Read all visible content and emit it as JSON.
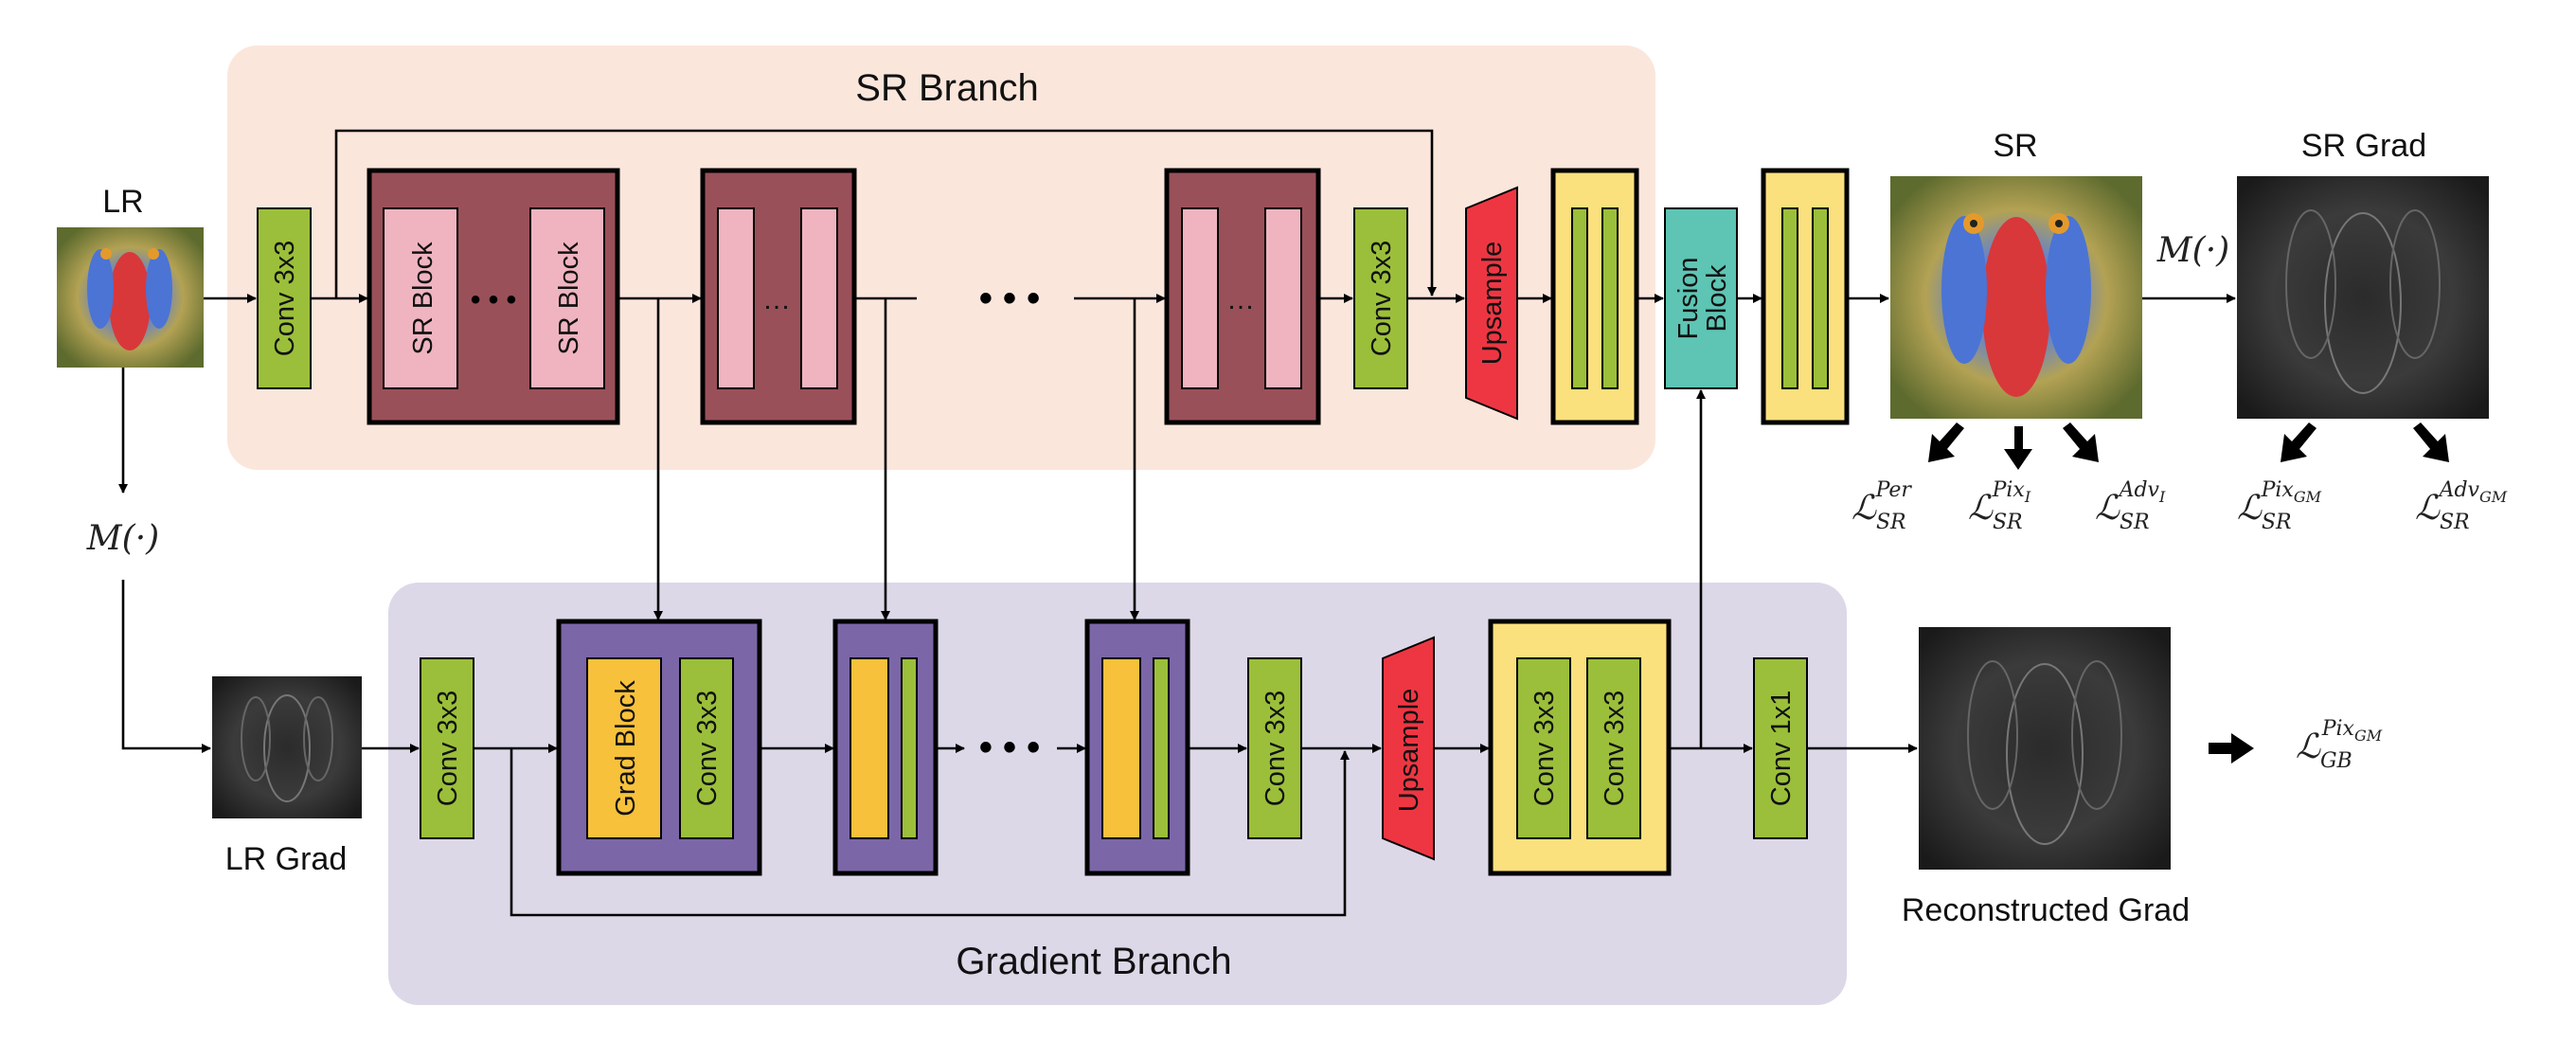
{
  "branches": {
    "sr": "SR Branch",
    "gradient": "Gradient Branch"
  },
  "images": {
    "lr": "LR",
    "lr_grad": "LR Grad",
    "sr": "SR",
    "sr_grad": "SR Grad",
    "reconstructed": "Reconstructed  Grad"
  },
  "blocks": {
    "conv3x3": "Conv 3x3",
    "conv1x1": "Conv 1x1",
    "sr_block": "SR Block",
    "grad_block": "Grad Block",
    "upsample": "Upsample",
    "fusion_line1": "Fusion",
    "fusion_line2": "Block",
    "ellipsis": "…",
    "dots": "• • •"
  },
  "operators": {
    "gradient_map": "M(·)"
  },
  "losses": {
    "sr_per": {
      "base": "ℒ",
      "sub": "SR",
      "sup": "Per"
    },
    "sr_pix_i": {
      "base": "ℒ",
      "sub": "SR",
      "sup": "Pix",
      "supsub": "I"
    },
    "sr_adv_i": {
      "base": "ℒ",
      "sub": "SR",
      "sup": "Adv",
      "supsub": "I"
    },
    "sr_pix_gm": {
      "base": "ℒ",
      "sub": "SR",
      "sup": "Pix",
      "supsub": "GM"
    },
    "sr_adv_gm": {
      "base": "ℒ",
      "sub": "SR",
      "sup": "Adv",
      "supsub": "GM"
    },
    "gb_pix_gm": {
      "base": "ℒ",
      "sub": "GB",
      "sup": "Pix",
      "supsub": "GM"
    }
  },
  "colors": {
    "sr_panel": "#fbe6dc",
    "grad_panel": "#dcd8e8",
    "conv": "#9bbf3a",
    "sr_block_outer": "#9a5059",
    "sr_block_inner": "#efb4c0",
    "grad_block_outer": "#7b66a8",
    "grad_block_inner": "#f7c13c",
    "upsample": "#ee3643",
    "yellow_block": "#fbe07e",
    "fusion": "#5ec4b3"
  }
}
